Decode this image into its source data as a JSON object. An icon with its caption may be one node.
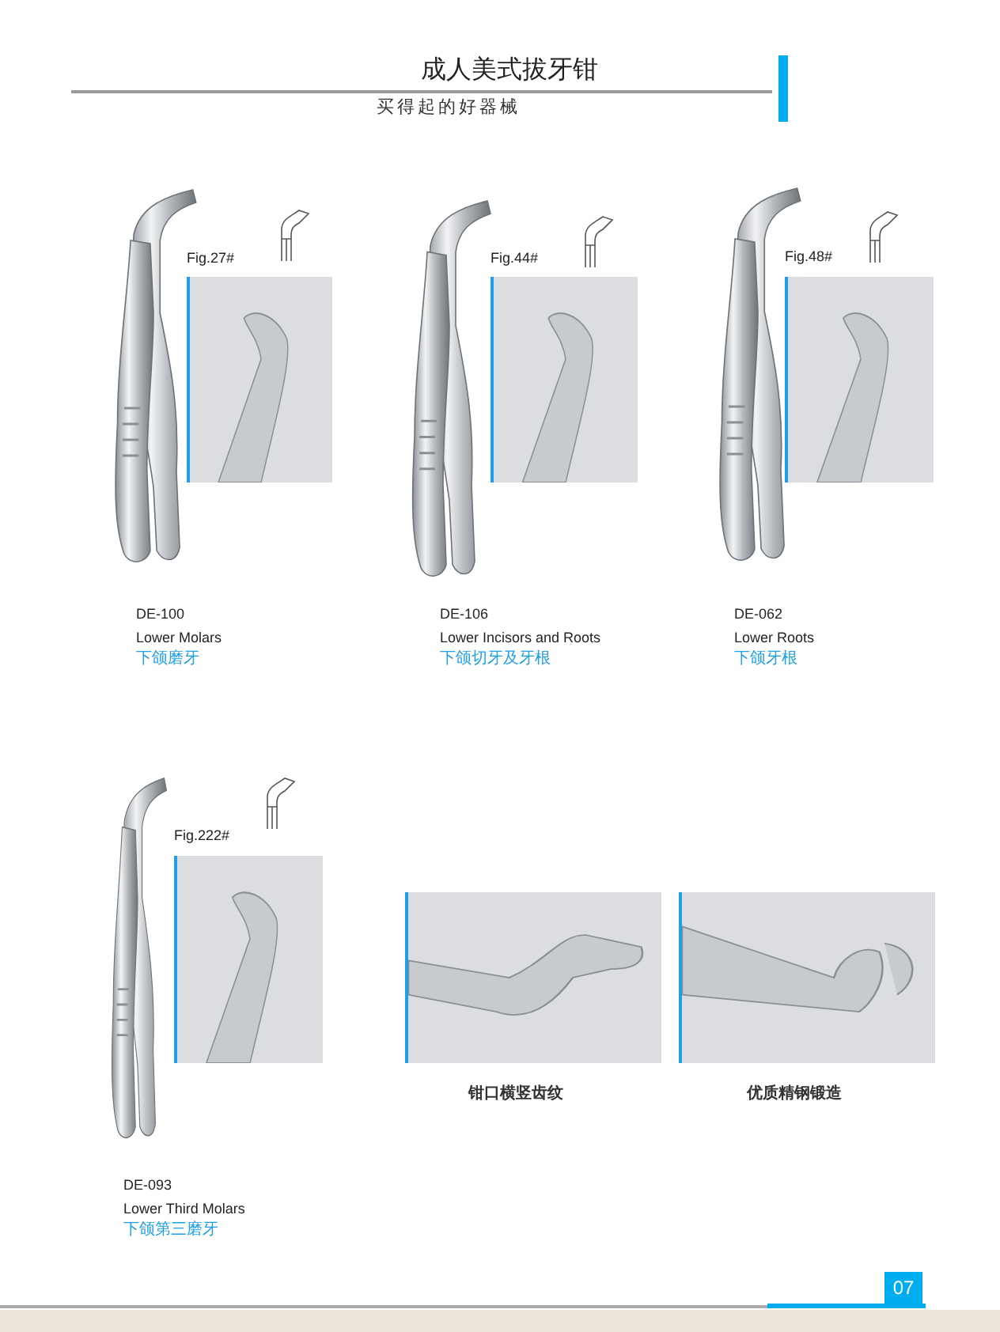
{
  "diagram": {
    "title": "成人美式拔牙钳",
    "labels": [
      "买得起的好器械",
      "Fig.27#",
      "Fig.44#",
      "Fig.48#",
      "DE-100",
      "Lower Molars",
      "下颌磨牙",
      "DE-106",
      "Lower Incisors and Roots",
      "下颌切牙及牙根",
      "DE-062",
      "Lower Roots",
      "下颌牙根",
      "Fig.222#",
      "钳口横竖齿纹",
      "优质精钢锻造",
      "DE-093",
      "Lower Third Molars",
      "下颌第三磨牙",
      "07"
    ]
  }
}
